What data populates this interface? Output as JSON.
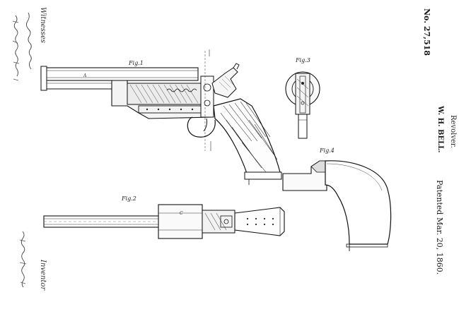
{
  "patent": {
    "number": "No. 27,518",
    "inventor_name": "W. H. BELL.",
    "subject": "Revolver.",
    "patented": "Patented Mar. 20, 1860."
  },
  "figures": {
    "fig1": "Fig.1",
    "fig2": "Fig.2",
    "fig3": "Fig.3",
    "fig4": "Fig.4"
  },
  "signatures": {
    "witnesses_heading": "Witnesses",
    "inventor_heading": "Inventor"
  },
  "reference_letters": {
    "a": "A",
    "c": "C"
  }
}
